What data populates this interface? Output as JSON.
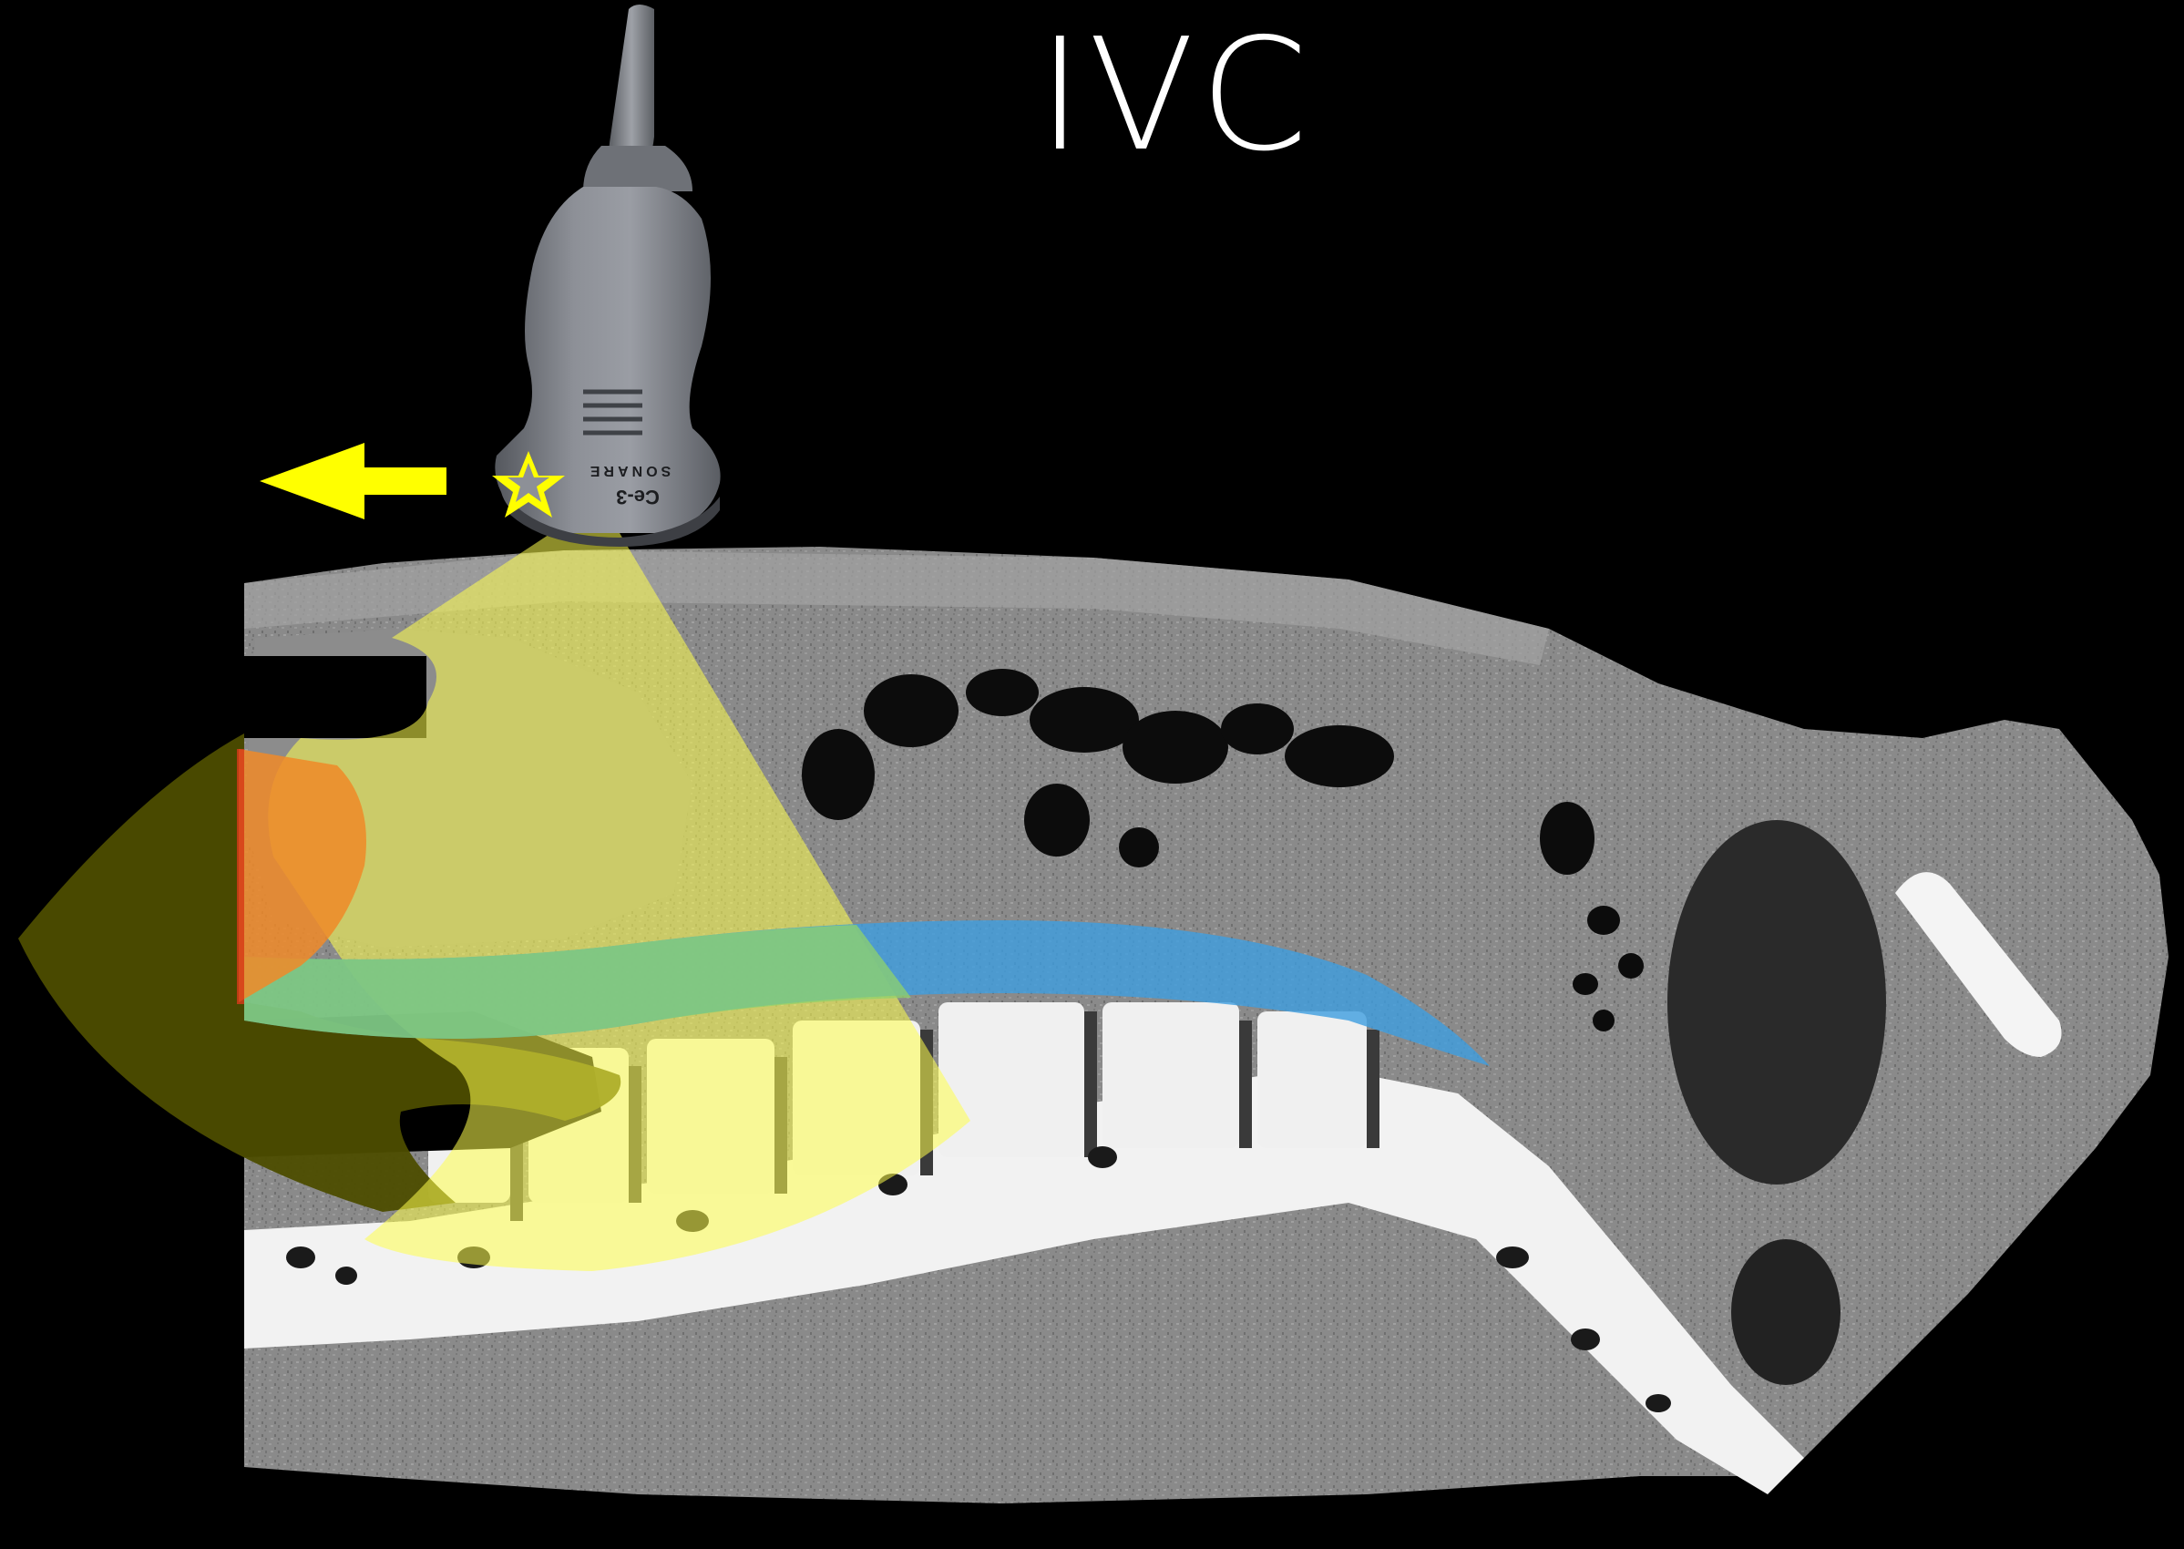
{
  "title": "IVC",
  "probe": {
    "brand_label": "SONARE",
    "model_label": "Ce-3"
  },
  "overlay_colors": {
    "ultrasound_beam": "#ffff4d",
    "shadow_region": "#4d4d00",
    "ivc_vessel": "#3d9ee0",
    "ivc_in_beam": "#8fd16b",
    "heart_region": "#f08a28",
    "direction_arrow": "#ffff00",
    "orientation_marker": "#ffff00"
  },
  "icons": {
    "probe": "ultrasound-probe-icon",
    "marker": "star-icon",
    "arrow": "arrow-left-icon"
  }
}
